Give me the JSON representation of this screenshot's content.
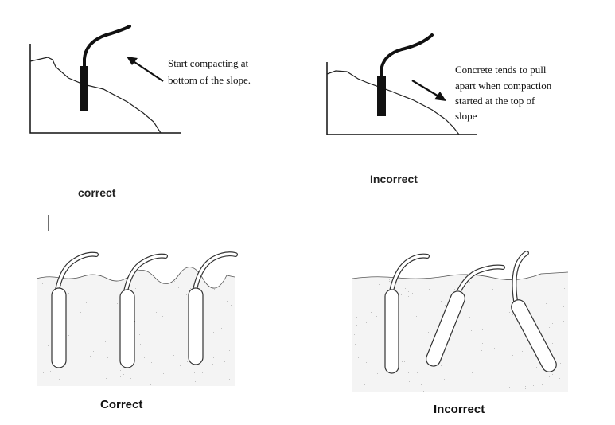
{
  "top_left": {
    "note_lines": [
      "Start compacting at",
      "bottom of the slope."
    ],
    "caption": "correct"
  },
  "top_right": {
    "note_lines": [
      "Concrete tends to pull",
      "apart when compaction",
      "started at the top of",
      "slope"
    ],
    "caption": "Incorrect"
  },
  "bottom_left": {
    "caption": "Correct"
  },
  "bottom_right": {
    "caption": "Incorrect"
  },
  "colors": {
    "ink": "#111111",
    "vibrator": "#111111",
    "speckle": "#333333",
    "background": "#ffffff"
  }
}
